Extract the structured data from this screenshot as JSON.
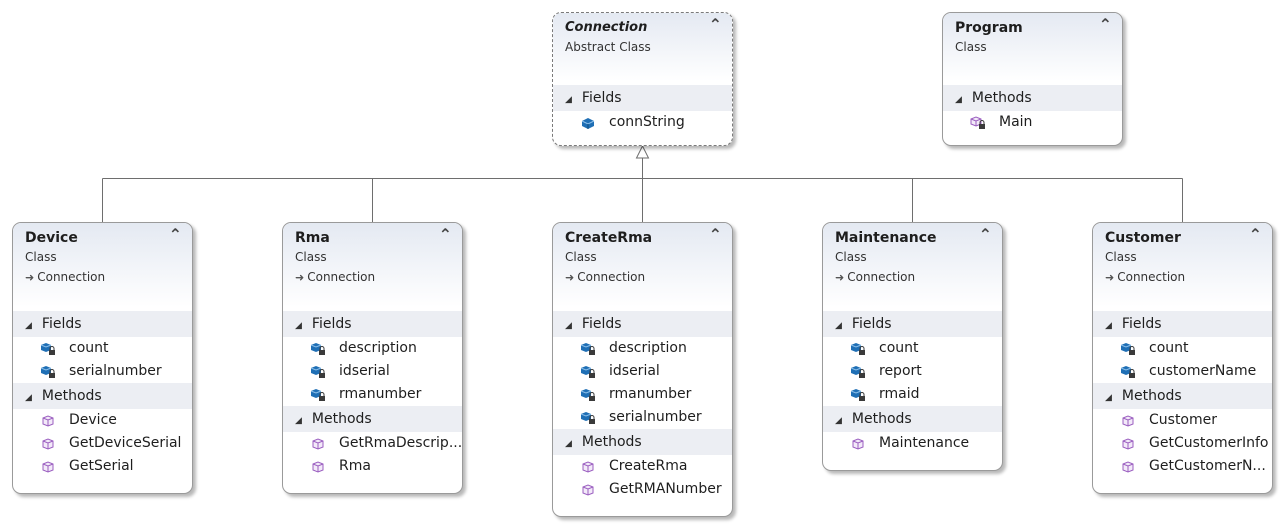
{
  "diagram": {
    "classes": [
      {
        "id": "connection",
        "name": "Connection",
        "stereotype": "Abstract Class",
        "abstract": true,
        "base": "",
        "sections": [
          {
            "title": "Fields",
            "members": [
              {
                "name": "connString",
                "kind": "field-public"
              }
            ]
          }
        ]
      },
      {
        "id": "program",
        "name": "Program",
        "stereotype": "Class",
        "base": "",
        "sections": [
          {
            "title": "Methods",
            "members": [
              {
                "name": "Main",
                "kind": "method-private"
              }
            ]
          }
        ]
      },
      {
        "id": "device",
        "name": "Device",
        "stereotype": "Class",
        "base": "Connection",
        "sections": [
          {
            "title": "Fields",
            "members": [
              {
                "name": "count",
                "kind": "field-private"
              },
              {
                "name": "serialnumber",
                "kind": "field-private"
              }
            ]
          },
          {
            "title": "Methods",
            "members": [
              {
                "name": "Device",
                "kind": "method"
              },
              {
                "name": "GetDeviceSerial",
                "kind": "method"
              },
              {
                "name": "GetSerial",
                "kind": "method"
              }
            ]
          }
        ]
      },
      {
        "id": "rma",
        "name": "Rma",
        "stereotype": "Class",
        "base": "Connection",
        "sections": [
          {
            "title": "Fields",
            "members": [
              {
                "name": "description",
                "kind": "field-private"
              },
              {
                "name": "idserial",
                "kind": "field-private"
              },
              {
                "name": "rmanumber",
                "kind": "field-private"
              }
            ]
          },
          {
            "title": "Methods",
            "members": [
              {
                "name": "GetRmaDescrip...",
                "kind": "method"
              },
              {
                "name": "Rma",
                "kind": "method"
              }
            ]
          }
        ]
      },
      {
        "id": "createrma",
        "name": "CreateRma",
        "stereotype": "Class",
        "base": "Connection",
        "sections": [
          {
            "title": "Fields",
            "members": [
              {
                "name": "description",
                "kind": "field-private"
              },
              {
                "name": "idserial",
                "kind": "field-private"
              },
              {
                "name": "rmanumber",
                "kind": "field-private"
              },
              {
                "name": "serialnumber",
                "kind": "field-private"
              }
            ]
          },
          {
            "title": "Methods",
            "members": [
              {
                "name": "CreateRma",
                "kind": "method"
              },
              {
                "name": "GetRMANumber",
                "kind": "method"
              }
            ]
          }
        ]
      },
      {
        "id": "maintenance",
        "name": "Maintenance",
        "stereotype": "Class",
        "base": "Connection",
        "sections": [
          {
            "title": "Fields",
            "members": [
              {
                "name": "count",
                "kind": "field-private"
              },
              {
                "name": "report",
                "kind": "field-private"
              },
              {
                "name": "rmaid",
                "kind": "field-private"
              }
            ]
          },
          {
            "title": "Methods",
            "members": [
              {
                "name": "Maintenance",
                "kind": "method"
              }
            ]
          }
        ]
      },
      {
        "id": "customer",
        "name": "Customer",
        "stereotype": "Class",
        "base": "Connection",
        "sections": [
          {
            "title": "Fields",
            "members": [
              {
                "name": "count",
                "kind": "field-private"
              },
              {
                "name": "customerName",
                "kind": "field-private"
              }
            ]
          },
          {
            "title": "Methods",
            "members": [
              {
                "name": "Customer",
                "kind": "method"
              },
              {
                "name": "GetCustomerInfo",
                "kind": "method"
              },
              {
                "name": "GetCustomerN...",
                "kind": "method"
              }
            ]
          }
        ]
      }
    ],
    "colors": {
      "header_gradient_top": "#e4e9f2",
      "section_bg": "#eceef3",
      "field_icon": "#1f6fb5",
      "method_icon": "#9b5fc0",
      "line": "#6e6e6e"
    }
  }
}
